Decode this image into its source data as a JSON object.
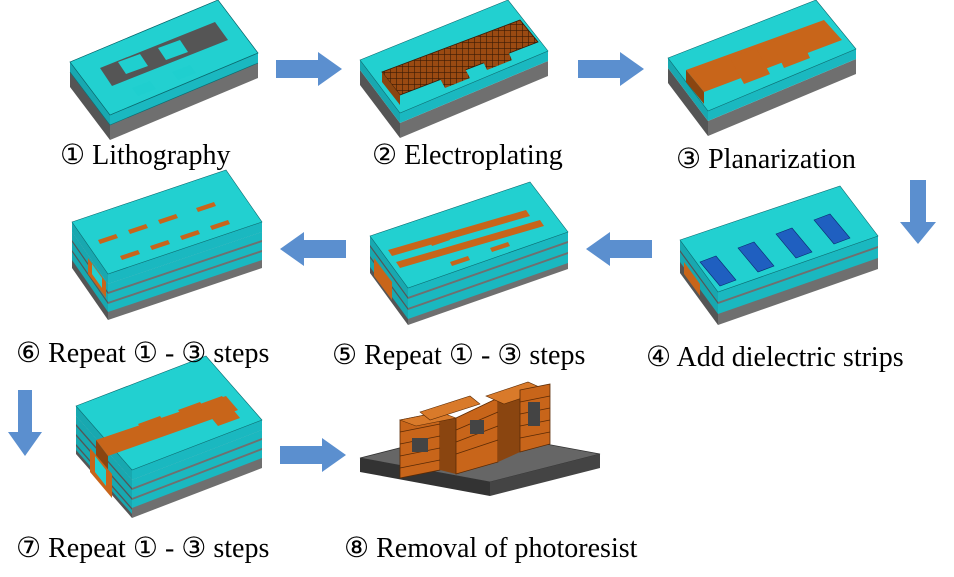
{
  "steps": [
    {
      "label": "① Lithography"
    },
    {
      "label": "② Electroplating"
    },
    {
      "label": "③ Planarization"
    },
    {
      "label": "④ Add dielectric strips"
    },
    {
      "label": "⑤ Repeat ① - ③ steps"
    },
    {
      "label": "⑥ Repeat ① - ③ steps"
    },
    {
      "label": "⑦ Repeat ① - ③ steps"
    },
    {
      "label": "⑧ Removal of photoresist"
    }
  ],
  "colors": {
    "photoresist_top": "#1fcfcf",
    "photoresist_side": "#18a8b0",
    "substrate": "#707070",
    "copper": "#c8651a",
    "copper_dark": "#8a4510",
    "dielectric": "#1f5fc0",
    "arrow": "#5b8fcf"
  }
}
